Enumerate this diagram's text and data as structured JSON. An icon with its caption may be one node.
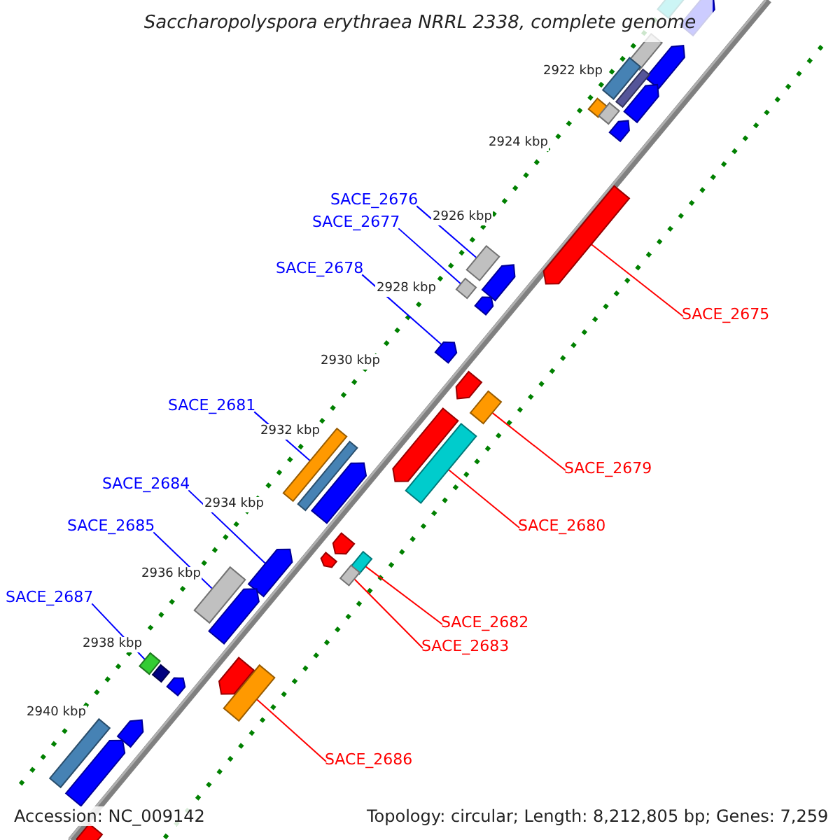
{
  "diagram": {
    "title": "Saccharopolyspora erythraea NRRL 2338, complete genome",
    "nodes": [
      {
        "text": [
          "SACE_2676"
        ]
      },
      {
        "text": [
          "SACE_2677"
        ]
      },
      {
        "text": [
          "SACE_2678"
        ]
      },
      {
        "text": [
          "SACE_2675"
        ]
      },
      {
        "text": [
          "SACE_2681"
        ]
      },
      {
        "text": [
          "SACE_2679"
        ]
      },
      {
        "text": [
          "SACE_2684"
        ]
      },
      {
        "text": [
          "SACE_2680"
        ]
      },
      {
        "text": [
          "SACE_2685"
        ]
      },
      {
        "text": [
          "SACE_2687"
        ]
      },
      {
        "text": [
          "SACE_2682"
        ]
      },
      {
        "text": [
          "SACE_2683"
        ]
      },
      {
        "text": [
          "SACE_2686"
        ]
      },
      {
        "text": [],
        "shape": "bar"
      },
      {
        "text": [],
        "shape": "bar"
      },
      {
        "text": [],
        "shape": "bar"
      },
      {
        "text": [],
        "shape": "bar"
      },
      {
        "text": [],
        "shape": "bar"
      },
      {
        "text": [],
        "shape": "bar"
      },
      {
        "text": [],
        "shape": "bar"
      },
      {
        "text": [],
        "shape": "bar"
      },
      {
        "text": [],
        "shape": "bar"
      },
      {
        "text": [],
        "shape": "bar"
      },
      {
        "text": [],
        "shape": "bar"
      },
      {
        "text": [],
        "shape": "bar"
      },
      {
        "text": [],
        "shape": "bar"
      },
      {
        "text": [],
        "shape": "bar"
      },
      {
        "text": [],
        "shape": "bar"
      },
      {
        "text": [],
        "shape": "bar"
      },
      {
        "text": [],
        "shape": "bar"
      },
      {
        "text": [],
        "shape": "bar"
      },
      {
        "text": [],
        "shape": "bar"
      },
      {
        "text": [],
        "shape": "bar"
      },
      {
        "text": [],
        "shape": "bar"
      },
      {
        "text": [],
        "shape": "bar"
      },
      {
        "text": [],
        "shape": "bar"
      },
      {
        "text": [],
        "shape": "bar"
      },
      {
        "text": [],
        "shape": "bar"
      },
      {
        "text": [],
        "shape": "bar"
      },
      {
        "text": [],
        "shape": "bar"
      },
      {
        "text": [],
        "shape": "bar"
      },
      {
        "text": [],
        "shape": "bar"
      },
      {
        "text": [],
        "shape": "bar"
      },
      {
        "text": [],
        "shape": "bar"
      },
      {
        "text": [],
        "shape": "bar"
      },
      {
        "text": [],
        "shape": "bar"
      },
      {
        "text": [],
        "shape": "bar"
      },
      {
        "text": [],
        "shape": "bar"
      },
      {
        "text": [],
        "shape": "bar"
      },
      {
        "text": [],
        "shape": "bar"
      },
      {
        "text": [],
        "shape": "bar"
      },
      {
        "text": [],
        "shape": "bar"
      }
    ],
    "edges": [
      {
        "from": 0,
        "to": 13,
        "arrow": "none"
      },
      {
        "from": 1,
        "to": 14,
        "arrow": "none"
      },
      {
        "from": 2,
        "to": 15,
        "arrow": "none"
      },
      {
        "from": 3,
        "to": 16,
        "arrow": "none",
        "color": "#ff0000"
      },
      {
        "from": 4,
        "to": 17,
        "arrow": "none"
      },
      {
        "from": 5,
        "to": 18,
        "arrow": "none",
        "color": "#ff0000"
      },
      {
        "from": 6,
        "to": 19,
        "arrow": "none"
      },
      {
        "from": 7,
        "to": 20,
        "arrow": "none",
        "color": "#ff0000"
      },
      {
        "from": 8,
        "to": 21,
        "arrow": "none"
      },
      {
        "from": 9,
        "to": 22,
        "arrow": "none"
      },
      {
        "from": 10,
        "to": 23,
        "arrow": "none",
        "color": "#ff0000"
      },
      {
        "from": 11,
        "to": 24,
        "arrow": "none",
        "color": "#ff0000"
      },
      {
        "from": 12,
        "to": 25,
        "arrow": "none",
        "color": "#ff0000"
      }
    ],
    "labels": [
      "2922 kbp",
      "2924 kbp",
      "2926 kbp",
      "2928 kbp",
      "2930 kbp",
      "2932 kbp",
      "2934 kbp",
      "2936 kbp",
      "2938 kbp",
      "2940 kbp",
      "Accession: NC_009142",
      "Topology: circular; Length: 8,212,805 bp; Genes: 7,259"
    ]
  }
}
